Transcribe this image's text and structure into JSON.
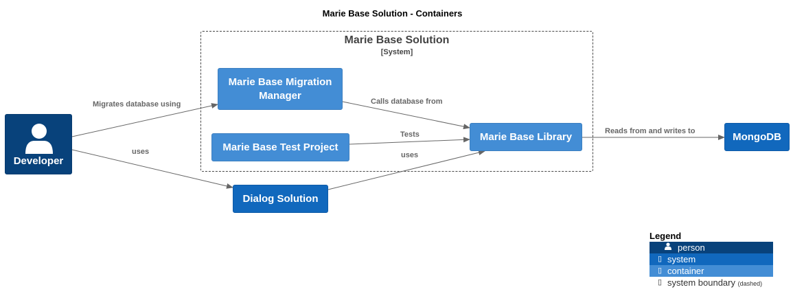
{
  "title": "Marie Base Solution - Containers",
  "boundary": {
    "name": "Marie Base Solution",
    "type": "[System]"
  },
  "nodes": {
    "developer": "Developer",
    "migration_manager": "Marie Base Migration Manager",
    "test_project": "Marie Base Test Project",
    "library": "Marie Base Library",
    "dialog_solution": "Dialog Solution",
    "mongodb": "MongoDB"
  },
  "edges": {
    "dev_to_migration": "Migrates database using",
    "dev_to_dialog": "uses",
    "migration_to_library": "Calls database from",
    "test_to_library": "Tests",
    "dialog_to_library": "uses",
    "library_to_mongo": "Reads from and writes to"
  },
  "legend": {
    "title": "Legend",
    "person": "person",
    "system": "system",
    "container": "container",
    "boundary": "system boundary",
    "boundary_note": "(dashed)"
  },
  "colors": {
    "person": "#08427b",
    "system": "#1168bd",
    "container": "#438dd5",
    "edge": "#666666"
  }
}
